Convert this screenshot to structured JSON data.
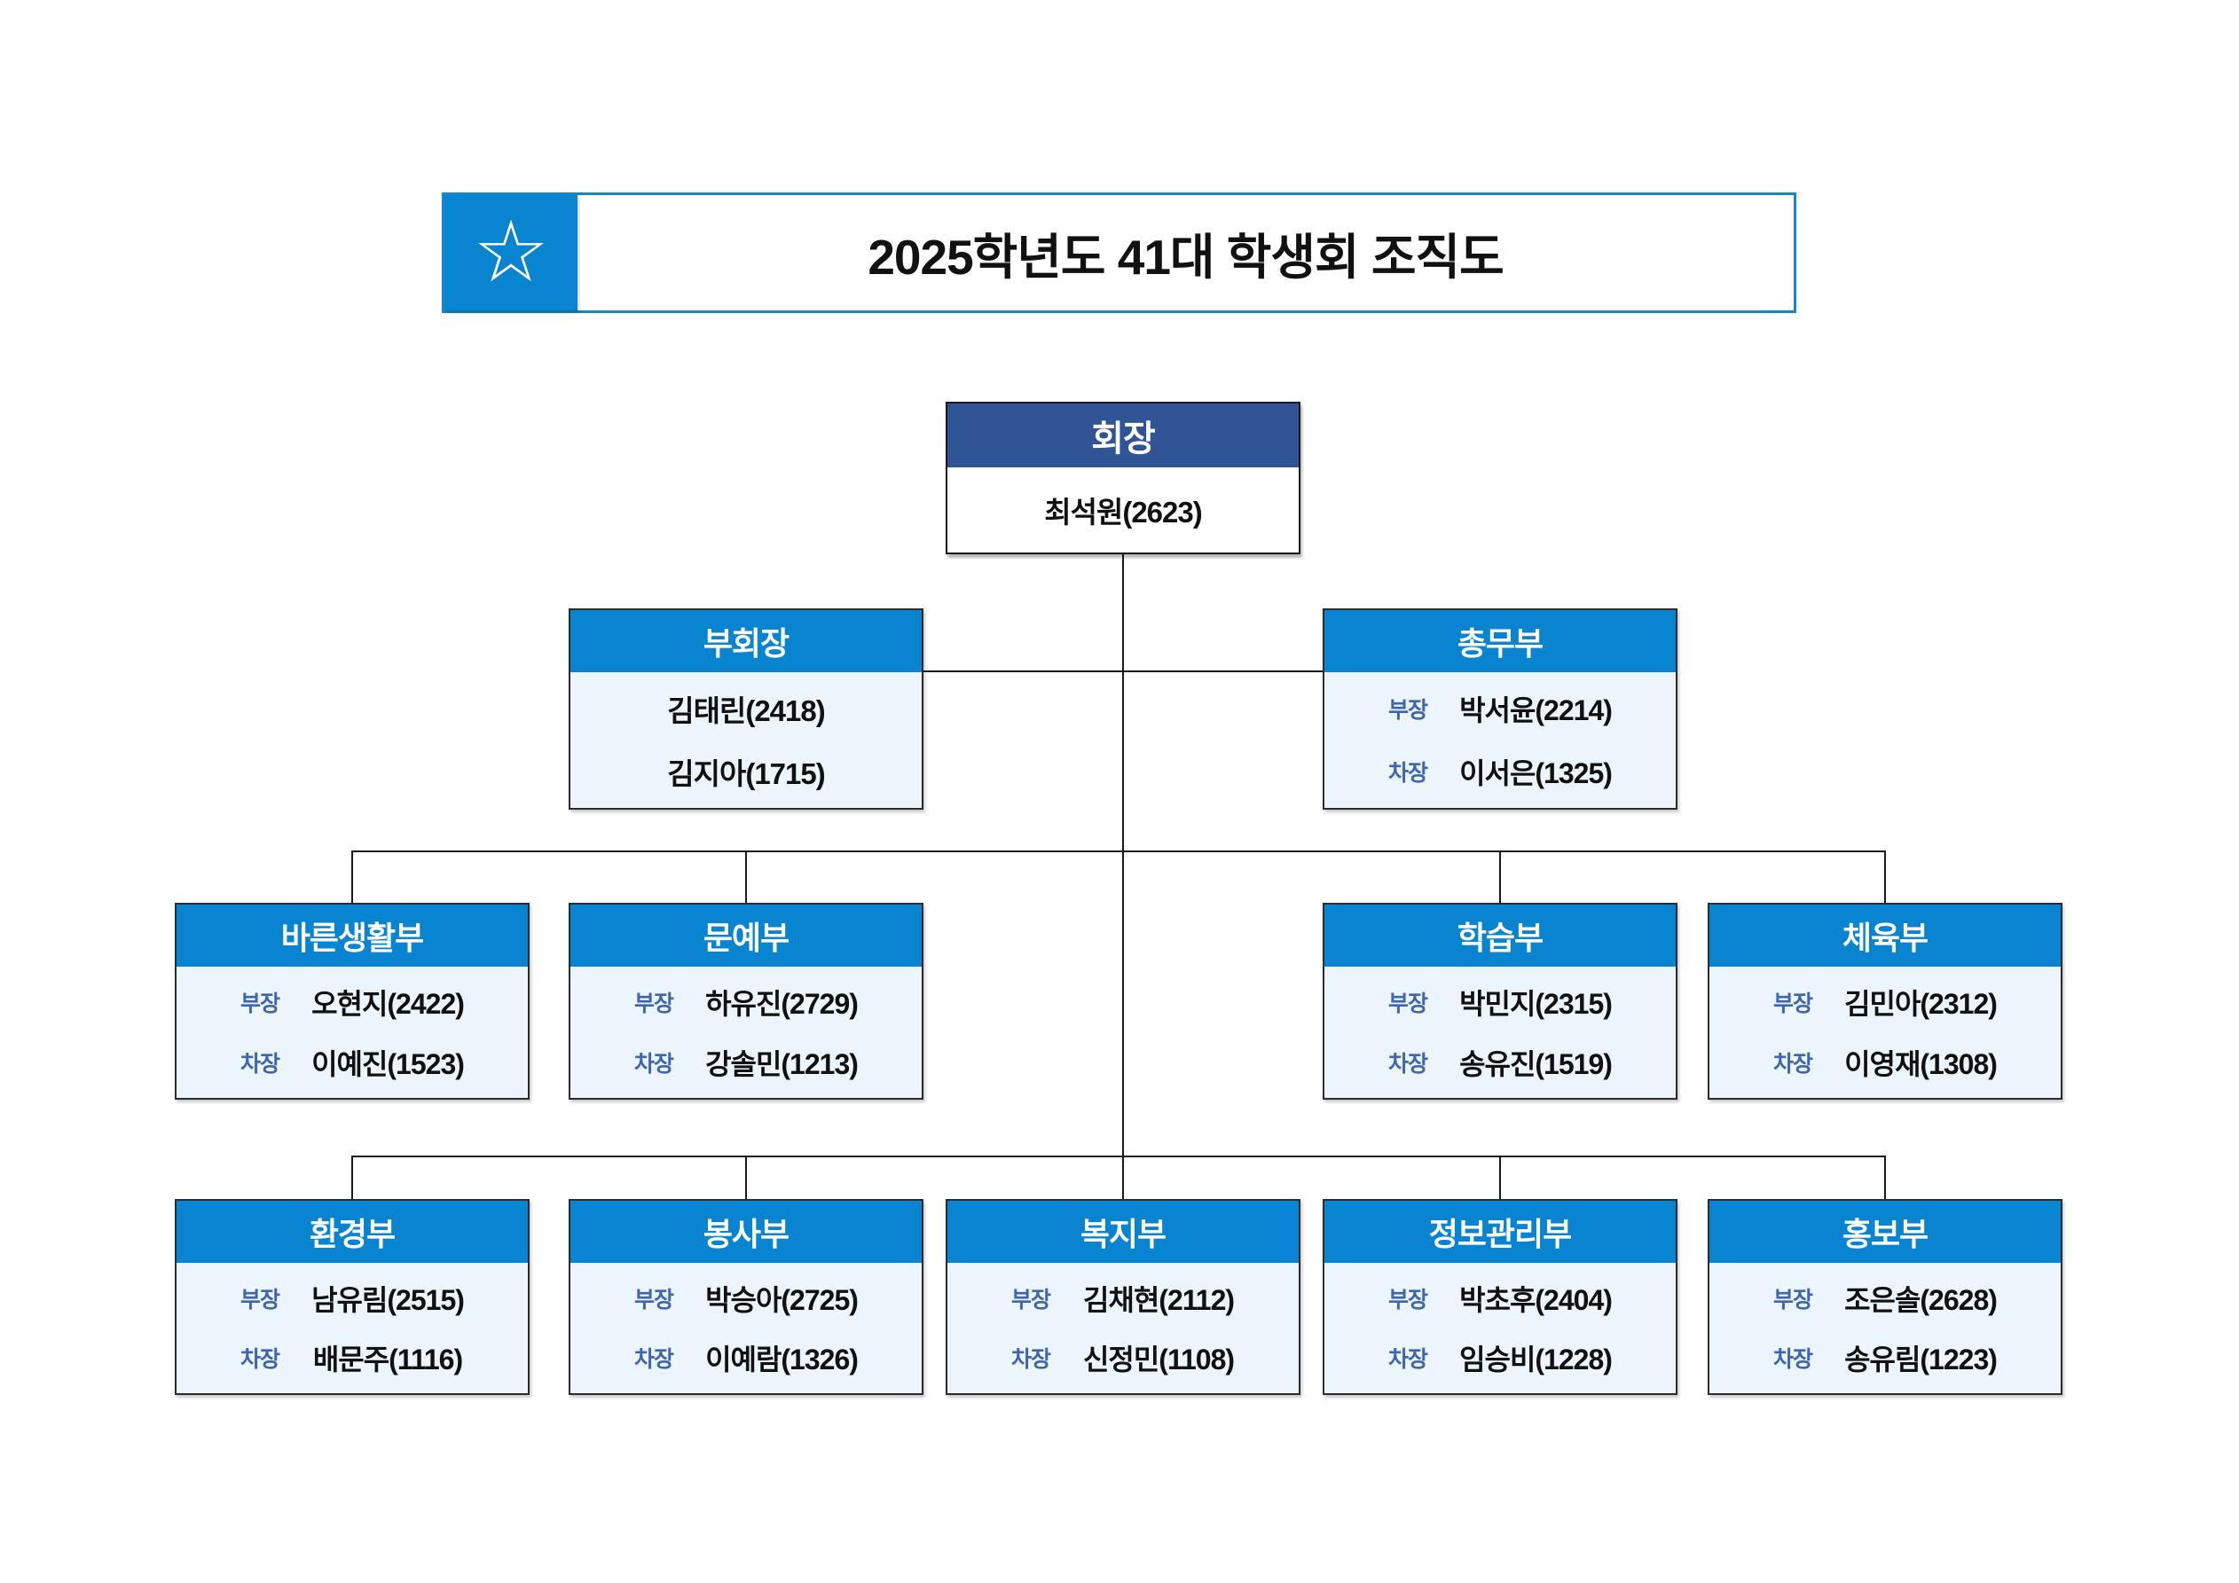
{
  "title_bar": {
    "title": "2025학년도 41대 학생회 조직도",
    "star_icon": "☆"
  },
  "colors": {
    "primary_blue": "#0884D1",
    "president_navy": "#315497",
    "light_blue_body": "#EDF5FC",
    "role_label_blue": "#3D65B0",
    "title_border_blue": "#1287CC",
    "line_black": "#1a1a1a"
  },
  "org": {
    "president": {
      "title": "회장",
      "member": "최석원(2623)"
    },
    "level2": [
      {
        "title": "부회장",
        "members": [
          "김태린(2418)",
          "김지아(1715)"
        ]
      },
      {
        "title": "총무부",
        "roles": [
          {
            "role": "부장",
            "name": "박서윤(2214)"
          },
          {
            "role": "차장",
            "name": "이서은(1325)"
          }
        ]
      }
    ],
    "level3": [
      {
        "title": "바른생활부",
        "roles": [
          {
            "role": "부장",
            "name": "오현지(2422)"
          },
          {
            "role": "차장",
            "name": "이예진(1523)"
          }
        ]
      },
      {
        "title": "문예부",
        "roles": [
          {
            "role": "부장",
            "name": "하유진(2729)"
          },
          {
            "role": "차장",
            "name": "강솔민(1213)"
          }
        ]
      },
      {
        "title": "학습부",
        "roles": [
          {
            "role": "부장",
            "name": "박민지(2315)"
          },
          {
            "role": "차장",
            "name": "송유진(1519)"
          }
        ]
      },
      {
        "title": "체육부",
        "roles": [
          {
            "role": "부장",
            "name": "김민아(2312)"
          },
          {
            "role": "차장",
            "name": "이영재(1308)"
          }
        ]
      }
    ],
    "level4": [
      {
        "title": "환경부",
        "roles": [
          {
            "role": "부장",
            "name": "남유림(2515)"
          },
          {
            "role": "차장",
            "name": "배문주(1116)"
          }
        ]
      },
      {
        "title": "봉사부",
        "roles": [
          {
            "role": "부장",
            "name": "박승아(2725)"
          },
          {
            "role": "차장",
            "name": "이예람(1326)"
          }
        ]
      },
      {
        "title": "복지부",
        "roles": [
          {
            "role": "부장",
            "name": "김채현(2112)"
          },
          {
            "role": "차장",
            "name": "신정민(1108)"
          }
        ]
      },
      {
        "title": "정보관리부",
        "roles": [
          {
            "role": "부장",
            "name": "박초후(2404)"
          },
          {
            "role": "차장",
            "name": "임승비(1228)"
          }
        ]
      },
      {
        "title": "홍보부",
        "roles": [
          {
            "role": "부장",
            "name": "조은솔(2628)"
          },
          {
            "role": "차장",
            "name": "송유림(1223)"
          }
        ]
      }
    ]
  }
}
